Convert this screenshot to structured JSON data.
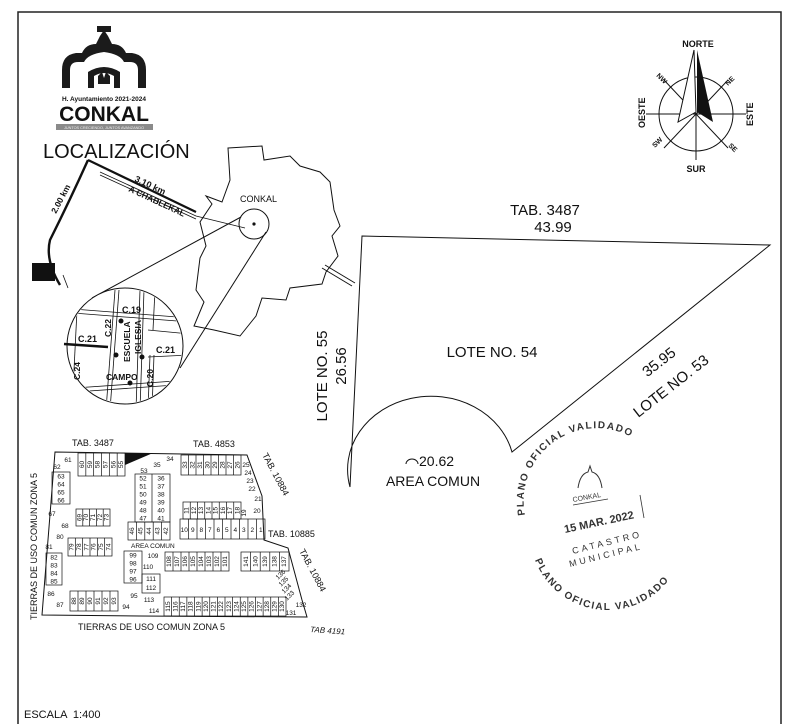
{
  "logo": {
    "council": "H. Ayuntamiento 2021-2024",
    "name": "CONKAL",
    "slogan": "JUNTOS CRECIENDO, JUNTOS AVANZANDO"
  },
  "location": {
    "title": "LOCALIZACIÓN",
    "town": "CONKAL",
    "road_distance": "3.10 km",
    "road_destination": "A CHABLEKAL",
    "side_distance": "2.00 km",
    "streets": [
      "C.19",
      "C.22",
      "C.21",
      "C.24",
      "C.21",
      "C.20"
    ],
    "places": [
      "ESCUELA",
      "IGLESIA",
      "CAMPO"
    ]
  },
  "compass": {
    "north": "NORTE",
    "south": "SUR",
    "east": "ESTE",
    "west": "OESTE",
    "nw": "NW",
    "ne": "NE",
    "sw": "SW",
    "se": "SE"
  },
  "lot": {
    "north_label": "TAB. 3487",
    "north_length": "43.99",
    "name": "LOTE NO. 54",
    "west_label": "LOTE NO. 55",
    "west_length": "26.56",
    "east_label": "LOTE NO. 53",
    "east_length": "35.95",
    "arc_length": "20.62",
    "common_area": "AREA COMUN"
  },
  "subdivision": {
    "north_tab_a": "TAB. 3487",
    "north_tab_b": "TAB. 4853",
    "east_tab_a": "TAB. 10884",
    "east_tab_mid": "TAB. 10885",
    "east_tab_b": "TAB. 10884",
    "west_label": "TIERRAS DE USO COMUN ZONA 5",
    "south_label": "TIERRAS DE USO COMUN ZONA 5",
    "south_tab": "TAB 4191",
    "common_area": "AREA COMUN",
    "lot_groups": {
      "top_row": [
        "60",
        "59",
        "58",
        "57",
        "56",
        "55"
      ],
      "top_right_row": [
        "33",
        "32",
        "31",
        "30",
        "29",
        "28",
        "27",
        "26"
      ],
      "corner_labels": [
        "61",
        "62",
        "53",
        "35",
        "34",
        "25",
        "24",
        "23",
        "22",
        "21",
        "20",
        "19"
      ],
      "left_stack_a": [
        "63",
        "64",
        "65",
        "66"
      ],
      "mid_pairs_left": [
        "52",
        "51",
        "50",
        "49",
        "48",
        "47"
      ],
      "mid_pairs_right": [
        "36",
        "37",
        "38",
        "39",
        "40",
        "41"
      ],
      "mid_row": [
        "46",
        "45",
        "44",
        "43",
        "42"
      ],
      "block_upper": [
        "11",
        "12",
        "13",
        "14",
        "15",
        "16",
        "17",
        "18"
      ],
      "block_lower": [
        "10",
        "9",
        "8",
        "7",
        "6",
        "5",
        "4",
        "3",
        "2",
        "1"
      ],
      "west_mid_labels": [
        "67",
        "68",
        "80",
        "81"
      ],
      "row_69": [
        "69",
        "70",
        "71",
        "72",
        "73"
      ],
      "row_79": [
        "79",
        "78",
        "77",
        "76",
        "75",
        "74"
      ],
      "left_stack_b": [
        "82",
        "83",
        "84",
        "85"
      ],
      "center_stack": [
        "99",
        "98",
        "97",
        "96"
      ],
      "center_labels": [
        "109",
        "110",
        "111",
        "112",
        "95",
        "113",
        "114"
      ],
      "row_108": [
        "108",
        "107",
        "106",
        "105",
        "104",
        "103",
        "102",
        "101"
      ],
      "row_141": [
        "141",
        "140",
        "139",
        "138",
        "137"
      ],
      "east_diag": [
        "136",
        "135",
        "134",
        "133"
      ],
      "east_labels": [
        "132",
        "131"
      ],
      "sw_labels": [
        "86",
        "87",
        "94"
      ],
      "row_88": [
        "88",
        "89",
        "90",
        "91",
        "92",
        "93"
      ],
      "row_115": [
        "115",
        "116",
        "117",
        "118",
        "119",
        "120",
        "121",
        "122",
        "123",
        "124",
        "125",
        "126",
        "127",
        "128",
        "129",
        "130"
      ]
    }
  },
  "stamp": {
    "top_text": "PLANO OFICIAL VALIDADO",
    "bottom_text": "PLANO OFICIAL VALIDADO",
    "logo_text": "CONKAL",
    "date": "15 MAR. 2022",
    "line1": "CATASTRO",
    "line2": "MUNICIPAL"
  },
  "scale": "ESCALA  1:400"
}
